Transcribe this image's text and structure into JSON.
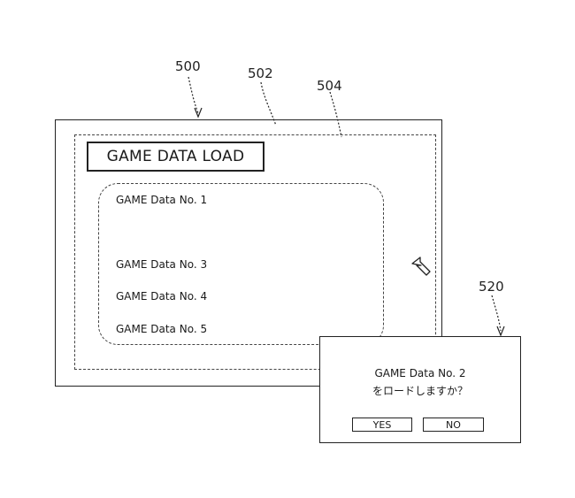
{
  "refs": {
    "r500": "500",
    "r502": "502",
    "r504": "504",
    "r520": "520"
  },
  "screen": {
    "title": "GAME DATA LOAD",
    "items": [
      "GAME Data No. 1",
      "GAME Data No. 3",
      "GAME Data No. 4",
      "GAME Data No. 5"
    ]
  },
  "dialog": {
    "line1": "GAME Data No. 2",
    "line2": "をロードしますか？",
    "yes_label": "YES",
    "no_label": "NO"
  },
  "icons": {
    "cursor": "cursor-arrow-icon"
  }
}
